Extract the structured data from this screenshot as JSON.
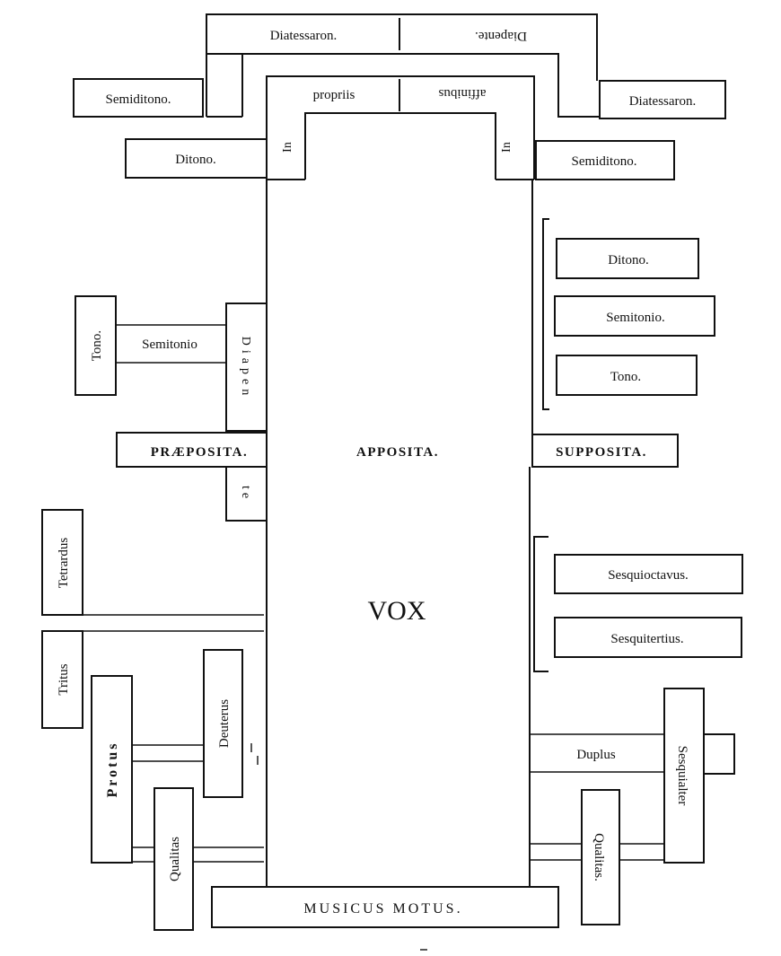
{
  "center": {
    "vox": "VOX",
    "apposita": "APPOSITA.",
    "praeposita": "PRÆPOSITA.",
    "supposita": "SUPPOSITA.",
    "musicus_motus": "MUSICUS MOTUS.",
    "in_left": "In",
    "in_right": "In",
    "propriis": "propriis",
    "affinibus": "affinibus"
  },
  "top": {
    "diatessaron_left": "Diatessaron.",
    "diapente": "Diapente.",
    "diatessaron_right": "Diatessaron.",
    "semiditono_left": "Semiditono.",
    "ditono_left": "Ditono.",
    "semiditono_right": "Semiditono."
  },
  "left": {
    "tono": "Tono.",
    "semitonio": "Semitonio",
    "diapen": "Diapen",
    "te": "te",
    "tetrardus": "Tetrardus",
    "tritus": "Tritus",
    "protus": "Protus",
    "deuterus": "Deuterus",
    "qualitas": "Qualitas"
  },
  "right": {
    "ditono": "Ditono.",
    "semitonio": "Semitonio.",
    "tono": "Tono.",
    "sesquioctavus": "Sesquioctavus.",
    "sesquitertius": "Sesquitertius.",
    "duplus": "Duplus",
    "sesquialter": "Sesquialter",
    "qualitas": "Qualitas."
  }
}
